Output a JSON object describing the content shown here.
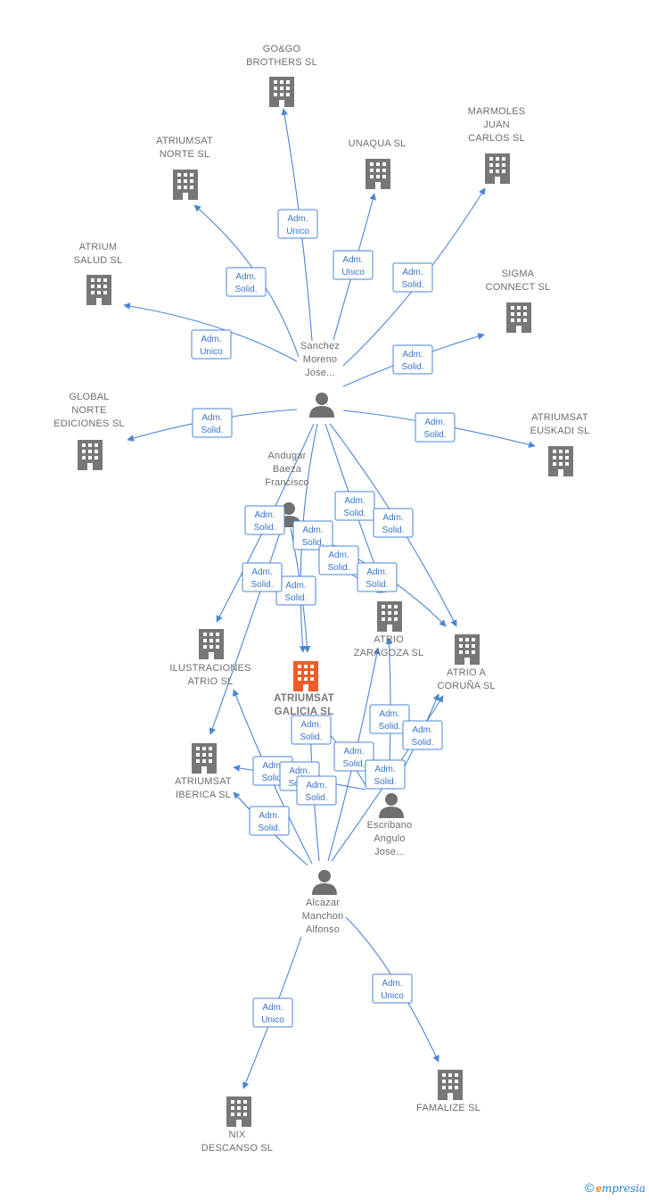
{
  "diagram": {
    "type": "corporate-relations-graph",
    "colors": {
      "company": "#777777",
      "focus_company": "#f15a29",
      "person": "#6f6f6f",
      "edge": "#4a86d6",
      "role_text": "#3a74c8"
    },
    "nodes": [
      {
        "id": "gogo",
        "kind": "company",
        "label_lines": [
          "GO&GO",
          "BROTHERS  SL"
        ]
      },
      {
        "id": "atriumsat_norte",
        "kind": "company",
        "label_lines": [
          "ATRIUMSAT",
          "NORTE  SL"
        ]
      },
      {
        "id": "unaqua",
        "kind": "company",
        "label_lines": [
          "UNAQUA  SL"
        ]
      },
      {
        "id": "marmoles",
        "kind": "company",
        "label_lines": [
          "MARMOLES",
          "JUAN",
          "CARLOS  SL"
        ]
      },
      {
        "id": "atrium_salud",
        "kind": "company",
        "label_lines": [
          "ATRIUM",
          "SALUD  SL"
        ]
      },
      {
        "id": "sigma",
        "kind": "company",
        "label_lines": [
          "SIGMA",
          "CONNECT  SL"
        ]
      },
      {
        "id": "sanchez",
        "kind": "person",
        "label_lines": [
          "Sanchez",
          "Moreno",
          "Jose..."
        ]
      },
      {
        "id": "global_norte",
        "kind": "company",
        "label_lines": [
          "GLOBAL",
          "NORTE",
          "EDICIONES  SL"
        ]
      },
      {
        "id": "atriumsat_euskadi",
        "kind": "company",
        "label_lines": [
          "ATRIUMSAT",
          "EUSKADI  SL"
        ]
      },
      {
        "id": "andugar",
        "kind": "person",
        "label_lines": [
          "Andugar",
          "Baeza",
          "Francisco"
        ]
      },
      {
        "id": "atrio_zaragoza",
        "kind": "company",
        "label_lines": [
          "ATRIO",
          "ZARAGOZA  SL"
        ]
      },
      {
        "id": "ilustraciones",
        "kind": "company",
        "label_lines": [
          "ILUSTRACIONES",
          "ATRIO  SL"
        ]
      },
      {
        "id": "atriumsat_galicia",
        "kind": "focus_company",
        "label_lines": [
          "ATRIUMSAT",
          "GALICIA  SL"
        ]
      },
      {
        "id": "atrio_coruna",
        "kind": "company",
        "label_lines": [
          "ATRIO A",
          "CORUÑA  SL"
        ]
      },
      {
        "id": "atriumsat_iberica",
        "kind": "company",
        "label_lines": [
          "ATRIUMSAT",
          "IBERICA  SL"
        ]
      },
      {
        "id": "escribano",
        "kind": "person",
        "label_lines": [
          "Escribano",
          "Angulo",
          "Jose..."
        ]
      },
      {
        "id": "alcazar",
        "kind": "person",
        "label_lines": [
          "Alcazar",
          "Manchon",
          "Alfonso"
        ]
      },
      {
        "id": "famalize",
        "kind": "company",
        "label_lines": [
          "FAMALIZE  SL"
        ]
      },
      {
        "id": "nix",
        "kind": "company",
        "label_lines": [
          "NIX",
          "DESCANSO  SL"
        ]
      }
    ],
    "edges": [
      {
        "from": "sanchez",
        "to": "gogo",
        "role": [
          "Adm.",
          "Unico"
        ]
      },
      {
        "from": "sanchez",
        "to": "atriumsat_norte",
        "role": [
          "Adm.",
          "Solid."
        ]
      },
      {
        "from": "sanchez",
        "to": "unaqua",
        "role": [
          "Adm.",
          "Unico"
        ]
      },
      {
        "from": "sanchez",
        "to": "marmoles",
        "role": [
          "Adm.",
          "Solid."
        ]
      },
      {
        "from": "sanchez",
        "to": "atrium_salud",
        "role": [
          "Adm.",
          "Unico"
        ]
      },
      {
        "from": "sanchez",
        "to": "sigma",
        "role": [
          "Adm.",
          "Solid."
        ]
      },
      {
        "from": "sanchez",
        "to": "global_norte",
        "role": [
          "Adm.",
          "Solid."
        ]
      },
      {
        "from": "sanchez",
        "to": "atriumsat_euskadi",
        "role": [
          "Adm.",
          "Solid."
        ]
      },
      {
        "from": "sanchez",
        "to": "ilustraciones",
        "role": [
          "Adm.",
          "Solid."
        ]
      },
      {
        "from": "sanchez",
        "to": "atriumsat_galicia",
        "role": [
          "Adm.",
          "Solid."
        ]
      },
      {
        "from": "sanchez",
        "to": "atrio_zaragoza",
        "role": [
          "Adm.",
          "Solid."
        ]
      },
      {
        "from": "sanchez",
        "to": "atrio_coruna",
        "role": [
          "Adm.",
          "Solid."
        ]
      },
      {
        "from": "andugar",
        "to": "atriumsat_iberica",
        "role": [
          "Adm.",
          "Solid."
        ]
      },
      {
        "from": "andugar",
        "to": "atrio_zaragoza",
        "role": [
          "Adm.",
          "Solid."
        ]
      },
      {
        "from": "andugar",
        "to": "atrio_coruna",
        "role": [
          "Adm.",
          "Solid."
        ]
      },
      {
        "from": "andugar",
        "to": "atriumsat_galicia",
        "role": [
          "Adm.",
          "Solid."
        ]
      },
      {
        "from": "escribano",
        "to": "atrio_zaragoza",
        "role": [
          "Adm.",
          "Solid."
        ]
      },
      {
        "from": "escribano",
        "to": "atrio_coruna",
        "role": [
          "Adm.",
          "Solid."
        ]
      },
      {
        "from": "escribano",
        "to": "atriumsat_galicia",
        "role": [
          "Adm.",
          "Solid."
        ]
      },
      {
        "from": "escribano",
        "to": "atriumsat_iberica",
        "role": [
          "Adm.",
          "Solid."
        ]
      },
      {
        "from": "alcazar",
        "to": "atriumsat_iberica",
        "role": [
          "Adm.",
          "Solid."
        ]
      },
      {
        "from": "alcazar",
        "to": "ilustraciones",
        "role": [
          "Adm.",
          "Solid."
        ]
      },
      {
        "from": "alcazar",
        "to": "atriumsat_galicia",
        "role": [
          "Adm.",
          "Solid."
        ]
      },
      {
        "from": "alcazar",
        "to": "atrio_zaragoza",
        "role": [
          "Adm.",
          "Solid."
        ]
      },
      {
        "from": "alcazar",
        "to": "atrio_coruna",
        "role": [
          "Adm.",
          "Solid."
        ]
      },
      {
        "from": "alcazar",
        "to": "famalize",
        "role": [
          "Adm.",
          "Unico"
        ]
      },
      {
        "from": "alcazar",
        "to": "nix",
        "role": [
          "Adm.",
          "Unico"
        ]
      }
    ]
  },
  "footer": {
    "copyright_symbol": "©",
    "brand_initial": "e",
    "brand_rest": "mpresia"
  }
}
